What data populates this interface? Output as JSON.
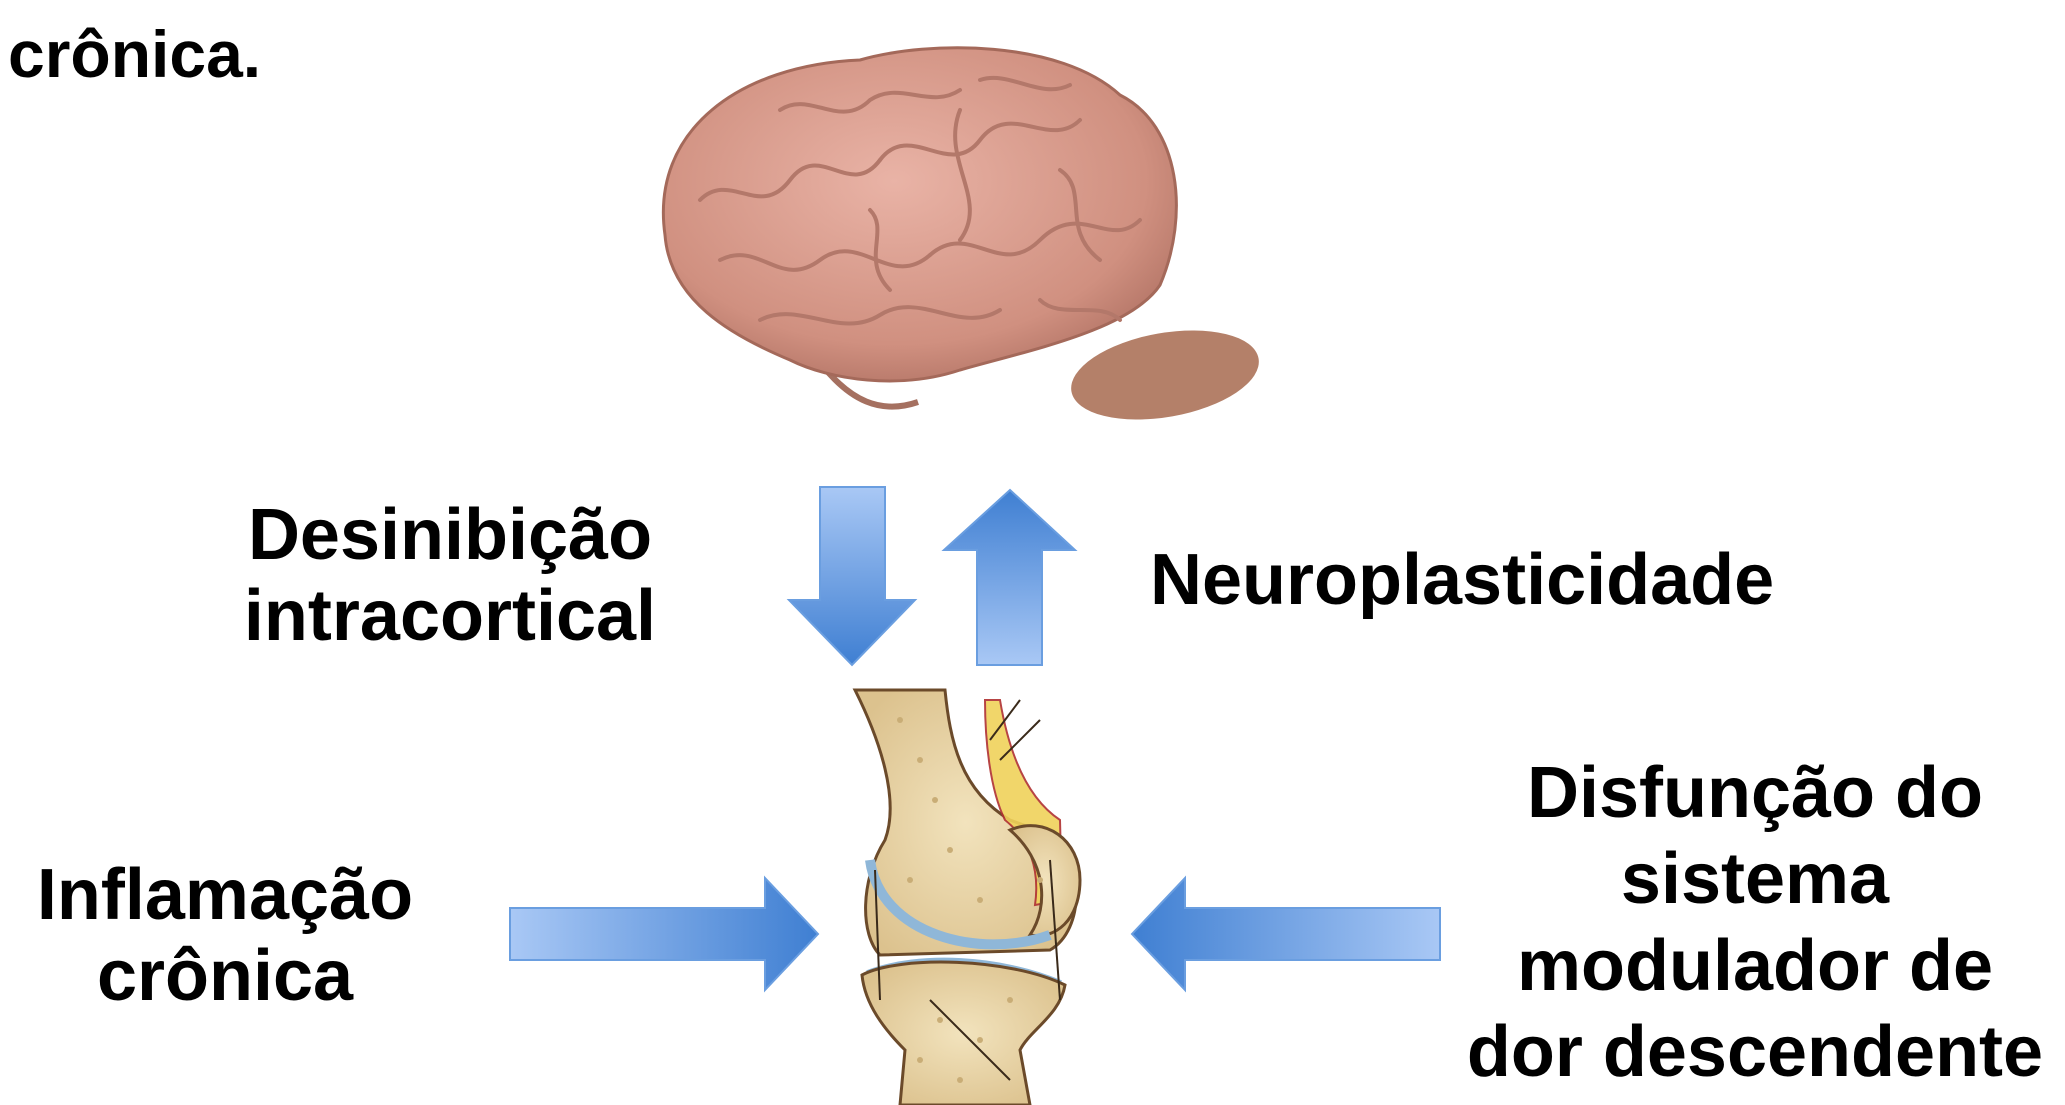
{
  "top_text": "crônica.",
  "labels": {
    "desinibicao": [
      "Desinibição",
      "intracortical"
    ],
    "neuroplasticidade": "Neuroplasticidade",
    "inflamacao": [
      "Inflamação",
      "crônica"
    ],
    "disfuncao": [
      "Disfunção do",
      "sistema",
      "modulador de",
      "dor descendente"
    ]
  },
  "colors": {
    "arrow_light": "#a9c8f5",
    "arrow_dark": "#3f7fd2",
    "arrow_stroke": "#6a9ee0",
    "brain": "#d9998c",
    "bone": "#ead8ac"
  },
  "images": {
    "brain": "brain-illustration",
    "knee": "knee-joint-illustration"
  }
}
